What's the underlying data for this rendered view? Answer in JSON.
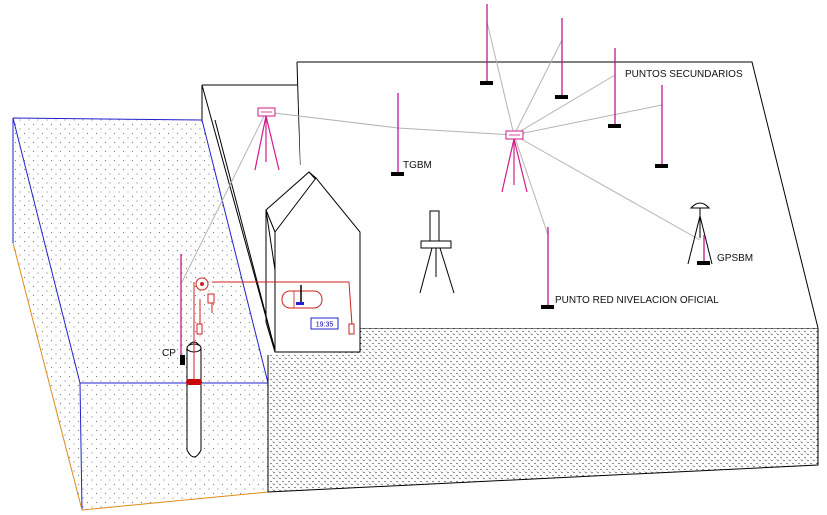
{
  "labels": {
    "puntos_secundarios": "PUNTOS SECUNDARIOS",
    "tgbm": "TGBM",
    "gpsbm": "GPSBM",
    "punto_red": "PUNTO RED NIVELACION OFICIAL",
    "cp": "CP",
    "clock": "19:35"
  },
  "colors": {
    "reference_rod": "#c0188f",
    "instrument": "#d11a8a",
    "sight_line": "#b4b4b4",
    "water_block_edge": "#2222cc",
    "soil_edge": "#e08a1a",
    "recorder_wire": "#cc2222",
    "outline": "#000000"
  }
}
